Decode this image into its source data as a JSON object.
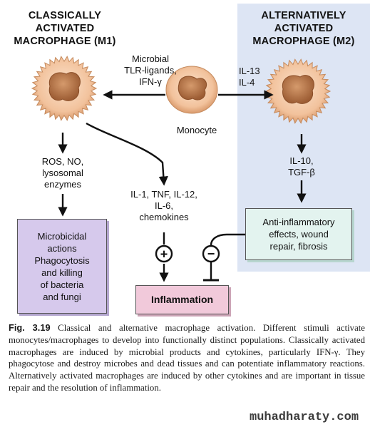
{
  "titles": {
    "m1": [
      "CLASSICALLY",
      "ACTIVATED",
      "MACROPHAGE (M1)"
    ],
    "m2": [
      "ALTERNATIVELY",
      "ACTIVATED",
      "MACROPHAGE (M2)"
    ]
  },
  "labels": {
    "m1_stimuli": [
      "Microbial",
      "TLR-ligands,",
      "IFN-γ"
    ],
    "m2_stimuli": [
      "IL-13",
      "IL-4"
    ],
    "monocyte": "Monocyte",
    "m1_products": [
      "ROS, NO,",
      "lysosomal",
      "enzymes"
    ],
    "cytokines": [
      "IL-1, TNF, IL-12,",
      "IL-6,",
      "chemokines"
    ],
    "m2_products": [
      "IL-10,",
      "TGF-β"
    ],
    "plus_sign": "+",
    "minus_sign": "−"
  },
  "boxes": {
    "microbicidal": [
      "Microbicidal",
      "actions",
      "Phagocytosis",
      "and killing",
      "of bacteria",
      "and fungi"
    ],
    "anti_inflammatory": [
      "Anti-inflammatory",
      "effects, wound",
      "repair, fibrosis"
    ],
    "inflammation": "Inflammation"
  },
  "caption": {
    "number": "Fig. 3.19",
    "text": "Classical and alternative macrophage activation. Different stimuli activate monocytes/macrophages to develop into functionally distinct populations. Classically activated macrophages are induced by microbial products and cytokines, particularly IFN-γ. They phagocytose and destroy microbes and dead tissues and can potentiate inflammatory reactions. Alternatively activated macrophages are induced by other cytokines and are important in tissue repair and the resolution of inflammation."
  },
  "watermark": "muhadharaty.com",
  "colors": {
    "m2_panel": "#dde5f4",
    "cell_body": "#f4c9a6",
    "nucleus": "#b97a4f",
    "box_purple": "#d6c9ec",
    "box_green": "#e3f3ef",
    "box_pink": "#f1c9da"
  }
}
